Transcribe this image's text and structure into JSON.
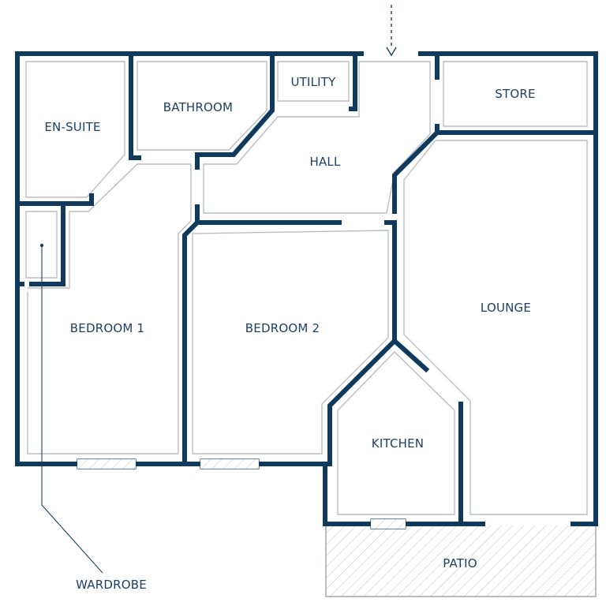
{
  "rooms": {
    "en_suite": "EN-SUITE",
    "bathroom": "BATHROOM",
    "utility": "UTILITY",
    "store": "STORE",
    "hall": "HALL",
    "bedroom1": "BEDROOM 1",
    "bedroom2": "BEDROOM 2",
    "lounge": "LOUNGE",
    "kitchen": "KITCHEN",
    "patio": "PATIO"
  },
  "annotations": {
    "wardrobe": "WARDROBE"
  },
  "colors": {
    "wall": "#0f3a5e",
    "label": "#1c3f63",
    "inner_line": "#b9bec3"
  },
  "icons": [
    "entrance-arrow-icon"
  ]
}
